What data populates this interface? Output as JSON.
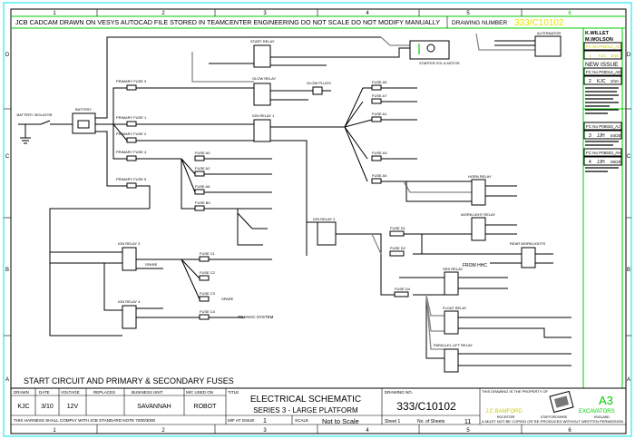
{
  "colors": {
    "border_outer": "#00e5ee",
    "border_inner": "#00cc00",
    "drawing_number": "#e6e600",
    "excavators": "#00cc00",
    "ink": "#000000"
  },
  "zones": {
    "columns": [
      "1",
      "2",
      "3",
      "4",
      "5",
      "6"
    ],
    "rows": [
      "D",
      "C",
      "B",
      "A"
    ]
  },
  "banner": {
    "notice": "JCB CADCAM DRAWN ON VESYS   AUTOCAD FILE STORED IN TEAMCENTER ENGINEERING DO NOT SCALE   DO NOT MODIFY MANUALLY",
    "drawing_number_label": "DRAWING NUMBER",
    "drawing_number": "333/C10102"
  },
  "sheet_title": "START CIRCUIT AND PRIMARY & SECONDARY FUSES",
  "components": {
    "battery_isolator": "BATTERY ISOLATOR",
    "battery": "BATTERY",
    "primary_fuse_1": "PRIMARY FUSE 1",
    "primary_fuse_2": "PRIMARY FUSE 2",
    "primary_fuse_3": "PRIMARY FUSE 3",
    "primary_fuse_4": "PRIMARY FUSE 4",
    "primary_fuse_5": "PRIMARY FUSE 5",
    "start_relay": "START RELAY",
    "glow_relay": "GLOW RELAY",
    "glow_plugs": "GLOW PLUGS",
    "ign_relay_1": "IGN RELAY 1",
    "ign_relay_2": "IGN RELAY 2",
    "ign_relay_3": "IGN RELAY 3",
    "ign_relay_4": "IGN RELAY 4",
    "starter_sol": "STARTER SOL & MOTOR",
    "alternator": "ALTERNATOR",
    "horn_relay": "HORN RELAY",
    "worklight_relay": "WORKLIGHT RELAY",
    "rear_worklights": "REAR WORKLIGHTS",
    "srs_relay": "SRS RELAY",
    "float_relay": "FLOAT RELAY",
    "parallel_lift_relay": "PARALLEL LIFT RELAY",
    "fuse_a0": "FUSE A0",
    "fuse_a1": "FUSE A1",
    "fuse_a2": "FUSE A2",
    "fuse_a3": "FUSE A3",
    "fuse_a4": "FUSE A4",
    "fuse_a5": "FUSE A5",
    "fuse_a6": "FUSE A6",
    "fuse_a7": "FUSE A7",
    "fuse_b0": "FUSE B0",
    "fuse_c1": "FUSE C1",
    "fuse_c2": "FUSE C2",
    "fuse_c3": "FUSE C3",
    "fuse_c4": "FUSE C4",
    "fuse_d1": "FUSE D1",
    "fuse_d2": "FUSE D2",
    "fuse_d4": "FUSE D4",
    "to_hvac": "TO HVAC SYSTEM",
    "spare_1": "SPARE",
    "spare_2": "SPARE",
    "from_hhc": "FROM HHC"
  },
  "revisions": {
    "names": [
      "K.WILLET",
      "M.WOLSON"
    ],
    "entries": [
      {
        "fc": "FC No P00014_AC",
        "issue": "1",
        "by": "KJC",
        "date": "3/10",
        "note": ""
      },
      {
        "fc": "FC No P00014_AD",
        "issue": "2",
        "by": "KJC",
        "date": "3/10",
        "note": "NEW ISSUE"
      },
      {
        "fc": "FC No P06503_AJ",
        "issue": "3",
        "by": "JJH",
        "date": "04/20",
        "note": ""
      },
      {
        "fc": "FC No P06503_AH",
        "issue": "4",
        "by": "JJH",
        "date": "06/20",
        "note": ""
      }
    ]
  },
  "title_block": {
    "headers": {
      "drawn": "DRAWN",
      "date": "DATE",
      "voltage": "VOLTAGE",
      "replaces": "REPLACES",
      "business_unit": "BUSINESS UNIT",
      "mc_used_on": "M/C USED ON",
      "title": "TITLE",
      "drawing_no": "DRAWING NO."
    },
    "values": {
      "drawn": "KJC",
      "date": "3/10",
      "voltage": "12V",
      "replaces": "",
      "business_unit": "SAVANNAH",
      "mc_used_on": "ROBOT"
    },
    "title_line1": "ELECTRICAL SCHEMATIC",
    "title_line2": "SERIES 3 - LARGE PLATFORM",
    "drawing_no": "333/C10102",
    "harness_note": "THIS HARNESS SHALL COMPLY WITH JCB STANDARD NOTE 7000/3000",
    "mf_at_issue_label": "M/F AT ISSUE",
    "mf_at_issue": "1",
    "scale_label": "SCALE",
    "scale": "Not to Scale",
    "sheet": "Sheet 1",
    "sheets_label": "No. of Sheets",
    "sheets": "11",
    "property_of": "THIS DRAWING IS THE PROPERTY OF",
    "company": "J.C BAMFORD",
    "excavators": "EXCAVATORS",
    "size": "A3",
    "address": [
      "ROCESTER",
      "STAFFORDSHIRE",
      "ENGLAND"
    ],
    "copy_note": "& MUST NOT BE COPIED OR RE-PRODUCED WITHOUT WRITTEN PERMISSION"
  }
}
